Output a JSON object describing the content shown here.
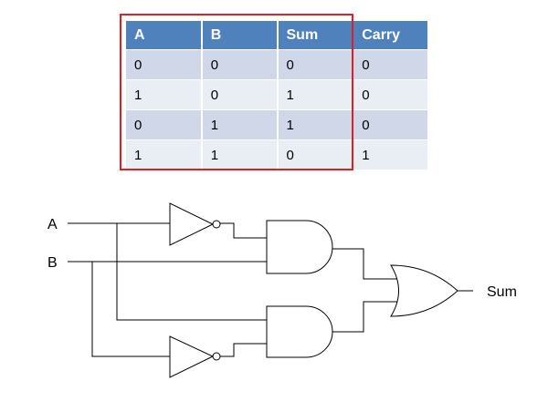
{
  "table": {
    "headers": [
      "A",
      "B",
      "Sum",
      "Carry"
    ],
    "rows": [
      [
        "0",
        "0",
        "0",
        "0"
      ],
      [
        "1",
        "0",
        "1",
        "0"
      ],
      [
        "0",
        "1",
        "1",
        "0"
      ],
      [
        "1",
        "1",
        "0",
        "1"
      ]
    ]
  },
  "circuit": {
    "input_a": "A",
    "input_b": "B",
    "output": "Sum"
  },
  "colors": {
    "header_bg": "#4f81bd",
    "row_dark": "#cfd7e8",
    "row_light": "#e9edf4",
    "highlight": "#e02020"
  }
}
